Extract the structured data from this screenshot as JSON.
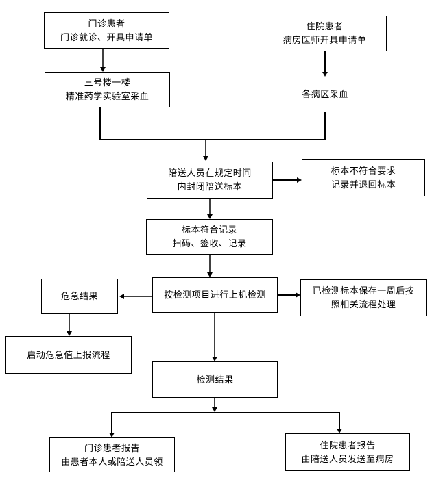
{
  "flowchart": {
    "nodes": {
      "outpatient": {
        "line1": "门诊患者",
        "line2": "门诊就诊、开具申请单"
      },
      "building3": {
        "line1": "三号楼一楼",
        "line2": "精准药学实验室采血"
      },
      "inpatient": {
        "line1": "住院患者",
        "line2": "病房医师开具申请单"
      },
      "ward_draw": {
        "line1": "各病区采血"
      },
      "escort": {
        "line1": "陪送人员在规定时间",
        "line2": "内封闭陪送标本"
      },
      "nonconforming": {
        "line1": "标本不符合要求",
        "line2": "记录并退回标本"
      },
      "conforming": {
        "line1": "标本符合记录",
        "line2": "扫码、签收、记录"
      },
      "critical": {
        "line1": "危急结果"
      },
      "testing": {
        "line1": "按检测项目进行上机检测"
      },
      "storage": {
        "line1": "已检测标本保存一周后按",
        "line2": "照相关流程处理"
      },
      "critical_flow": {
        "line1": "启动危急值上报流程"
      },
      "result": {
        "line1": "检测结果"
      },
      "outpatient_report": {
        "line1": "门诊患者报告",
        "line2": "由患者本人或陪送人员领"
      },
      "inpatient_report": {
        "line1": "住院患者报告",
        "line2": "由陪送人员发送至病房"
      }
    },
    "colors": {
      "background": "#ffffff",
      "box_fill": "#ffffff",
      "box_border": "#000000",
      "text": "#000000",
      "arrow_gray": "#404040",
      "arrow_black": "#000000"
    }
  }
}
